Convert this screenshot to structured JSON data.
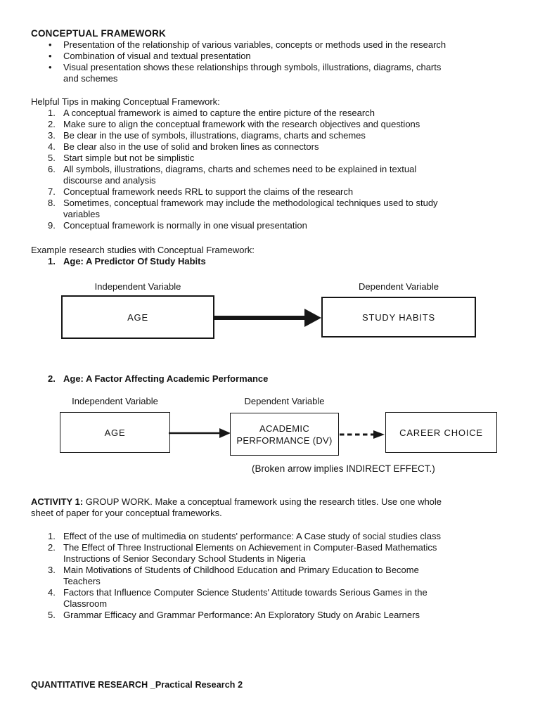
{
  "colors": {
    "ink": "#161616",
    "paper": "#ffffff"
  },
  "doc": {
    "title": "CONCEPTUAL FRAMEWORK",
    "bullets": [
      "Presentation of the relationship of various variables, concepts or methods used in the research",
      "Combination of visual and textual presentation",
      "Visual presentation shows these relationships through symbols, illustrations, diagrams, charts\nand schemes"
    ],
    "tips_heading": "Helpful Tips in making Conceptual Framework:",
    "tips": [
      {
        "n": "1.",
        "t": "A conceptual framework is aimed to capture the entire picture of the research"
      },
      {
        "n": "2.",
        "t": "Make sure to align the conceptual framework with the research objectives and questions"
      },
      {
        "n": "3.",
        "t": "Be clear in the use of symbols, illustrations, diagrams, charts and schemes"
      },
      {
        "n": "4.",
        "t": "Be clear also in the use of solid and broken lines as connectors"
      },
      {
        "n": "5.",
        "t": "Start simple but not be simplistic"
      },
      {
        "n": "6.",
        "t": "All symbols, illustrations, diagrams, charts and schemes need to be explained in textual\ndiscourse and analysis"
      },
      {
        "n": "7.",
        "t": "Conceptual framework needs RRL to support the claims of the research"
      },
      {
        "n": "8.",
        "t": "Sometimes, conceptual framework may include the methodological techniques used to study\nvariables"
      },
      {
        "n": "9.",
        "t": "Conceptual framework is normally in one visual presentation"
      }
    ],
    "examples_heading": "Example research studies with Conceptual Framework:",
    "example1": {
      "n": "1.",
      "title": "Age: A Predictor Of Study Habits"
    },
    "example2": {
      "n": "2.",
      "title": "Age: A Factor Affecting Academic Performance"
    },
    "diagram1": {
      "independent_label": "Independent Variable",
      "dependent_label": "Dependent Variable",
      "left_box": "AGE",
      "right_box": "STUDY HABITS"
    },
    "diagram2": {
      "independent_label": "Independent Variable",
      "dependent_label": "Dependent Variable",
      "left_box": "AGE",
      "middle_box": "ACADEMIC\nPERFORMANCE (DV)",
      "right_box": "CAREER CHOICE",
      "caption": "(Broken arrow implies INDIRECT EFFECT.)"
    },
    "activity": {
      "label": "ACTIVITY 1:",
      "text": " GROUP WORK. Make a conceptual framework using the research titles. Use one whole\nsheet of paper for your conceptual frameworks.",
      "items": [
        {
          "n": "1.",
          "t": "Effect of the use of multimedia on students' performance: A Case study of social studies class"
        },
        {
          "n": "2.",
          "t": "The Effect of Three Instructional Elements on Achievement in Computer-Based Mathematics\nInstructions of Senior Secondary School Students in Nigeria"
        },
        {
          "n": "3.",
          "t": "Main Motivations of Students of Childhood Education and Primary Education to Become\nTeachers"
        },
        {
          "n": "4.",
          "t": "Factors that Influence Computer Science Students' Attitude towards Serious Games in the\nClassroom"
        },
        {
          "n": "5.",
          "t": "Grammar Efficacy and Grammar Performance: An Exploratory Study on Arabic Learners"
        }
      ]
    },
    "footer": "QUANTITATIVE RESEARCH _Practical Research 2"
  }
}
